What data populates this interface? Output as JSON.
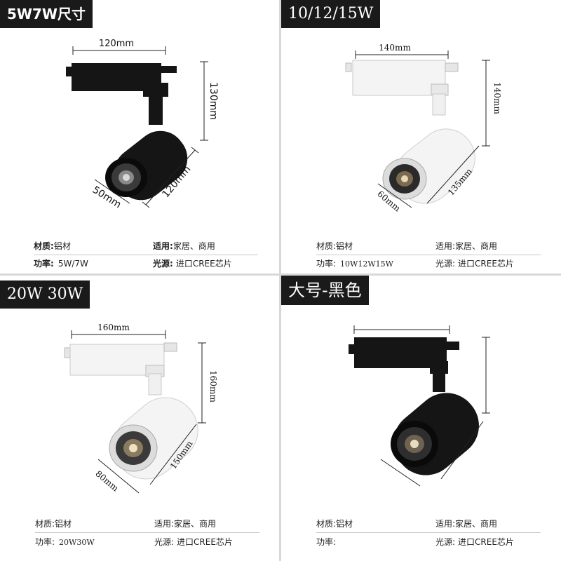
{
  "panels": [
    {
      "label": "5W7W尺寸",
      "dims": {
        "width": "120mm",
        "height": "130mm",
        "length": "120mm",
        "diameter": "50mm"
      },
      "specs": {
        "material_key": "材质:",
        "material_val": "铝材",
        "use_key": "适用:",
        "use_val": "家居、商用",
        "power_key": "功率:",
        "power_val": "5W/7W",
        "light_key": "光源:",
        "light_val": "进口CREE芯片"
      }
    },
    {
      "label": "10/12/15W",
      "dims": {
        "width": "140mm",
        "height": "140mm",
        "length": "135mm",
        "diameter": "60mm"
      },
      "specs": {
        "material_key": "材质:",
        "material_val": "铝材",
        "use_key": "适用:",
        "use_val": "家居、商用",
        "power_key": "功率:",
        "power_val": "10W12W15W",
        "light_key": "光源:",
        "light_val": "进口CREE芯片"
      }
    },
    {
      "label": "20W 30W",
      "dims": {
        "width": "160mm",
        "height": "160mm",
        "length": "150mm",
        "diameter": "80mm"
      },
      "specs": {
        "material_key": "材质:",
        "material_val": "铝材",
        "use_key": "适用:",
        "use_val": "家居、商用",
        "power_key": "功率:",
        "power_val": "20W30W",
        "light_key": "光源:",
        "light_val": "进口CREE芯片"
      }
    },
    {
      "label": "大号-黑色",
      "specs": {
        "material_key": "材质:",
        "material_val": "铝材",
        "use_key": "适用:",
        "use_val": "家居、商用",
        "power_key": "功率:",
        "power_val": "",
        "light_key": "光源:",
        "light_val": "进口CREE芯片"
      }
    }
  ],
  "colors": {
    "label_bg": "#1a1a1a",
    "black_body": "#151515",
    "white_body": "#f4f4f4",
    "divider": "#d8d8d8"
  }
}
